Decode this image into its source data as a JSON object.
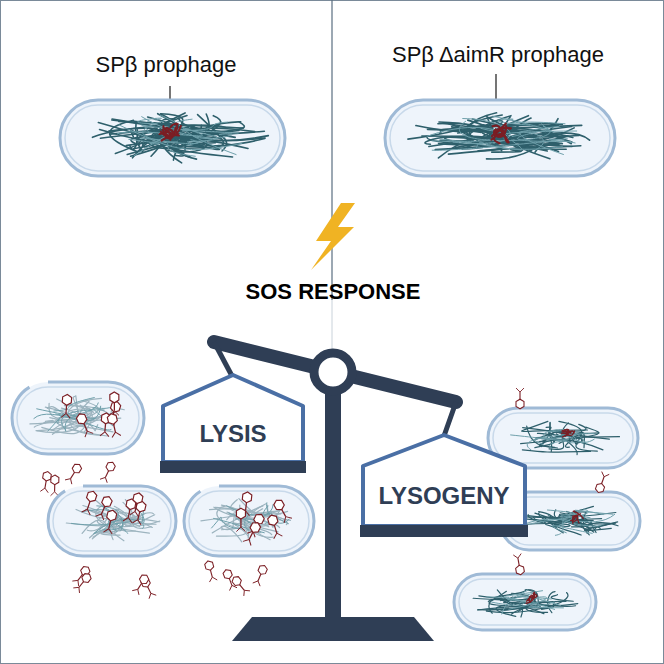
{
  "diagram": {
    "nodes": [
      {
        "text": [
          "SPβ prophage"
        ]
      },
      {
        "text": [
          "SPβ ΔaimR prophage"
        ]
      },
      {
        "text": [
          "LYSIS"
        ]
      },
      {
        "text": [
          "LYSOGENY"
        ]
      }
    ],
    "labels": [
      "SOS RESPONSE"
    ]
  }
}
